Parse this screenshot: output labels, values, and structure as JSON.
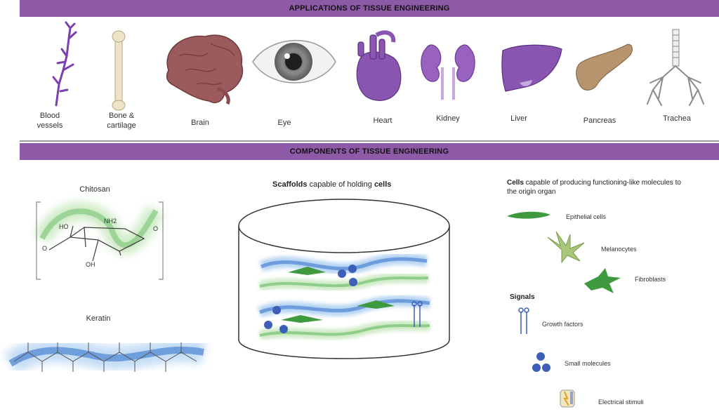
{
  "banners": {
    "applications": "APPLICATIONS OF TISSUE ENGINEERING",
    "components": "COMPONENTS OF TISSUE ENGINEERING"
  },
  "organs": {
    "blood_vessels": "Blood vessels",
    "bone": "Bone & cartilage",
    "brain": "Brain",
    "eye": "Eye",
    "heart": "Heart",
    "kidney": "Kidney",
    "liver": "Liver",
    "pancreas": "Pancreas",
    "trachea": "Trachea"
  },
  "molecules": {
    "chitosan": "Chitosan",
    "keratin": "Keratin",
    "ho": "HO",
    "nh2": "NH2",
    "oh": "OH",
    "o": "O"
  },
  "scaffold": {
    "bold1": "Scaffolds",
    "mid": " capable of holding ",
    "bold2": "cells"
  },
  "cells": {
    "bold": "Cells",
    "text": " capable of producing functioning-like molecules to the origin organ",
    "epithelial": "Epithelial cells",
    "melanocytes": "Melanocytes",
    "fibroblasts": "Fibroblasts"
  },
  "signals": {
    "title": "Signals",
    "growth": "Growth factors",
    "small": "Small molecules",
    "electrical": "Electrical stimuli"
  },
  "colors": {
    "banner": "#8e5aa8",
    "purple_organ": "#8a55b0",
    "brain": "#9b5a5c",
    "pancreas": "#b8946e",
    "blue_fiber": "#5a8fd6",
    "green_fiber": "#8fce8a",
    "cell_green": "#3f9a3f",
    "dot_blue": "#3e5fb8"
  }
}
